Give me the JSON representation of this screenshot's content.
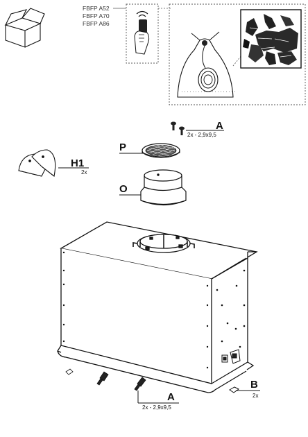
{
  "models": [
    "FBFP A52",
    "FBFP A70",
    "FBFP A86"
  ],
  "labels": {
    "a_top": "A",
    "a_top_spec": "2x - 2,9x9,5",
    "p": "P",
    "h1": "H1",
    "h1_qty": "2x",
    "o": "O",
    "a_bottom": "A",
    "a_bottom_spec": "2x - 2,9x9,5",
    "b": "B",
    "b_qty": "2x"
  },
  "icons": [
    "box-icon",
    "remote-control-icon",
    "power-cord-bag-icon",
    "europe-map-icon"
  ]
}
